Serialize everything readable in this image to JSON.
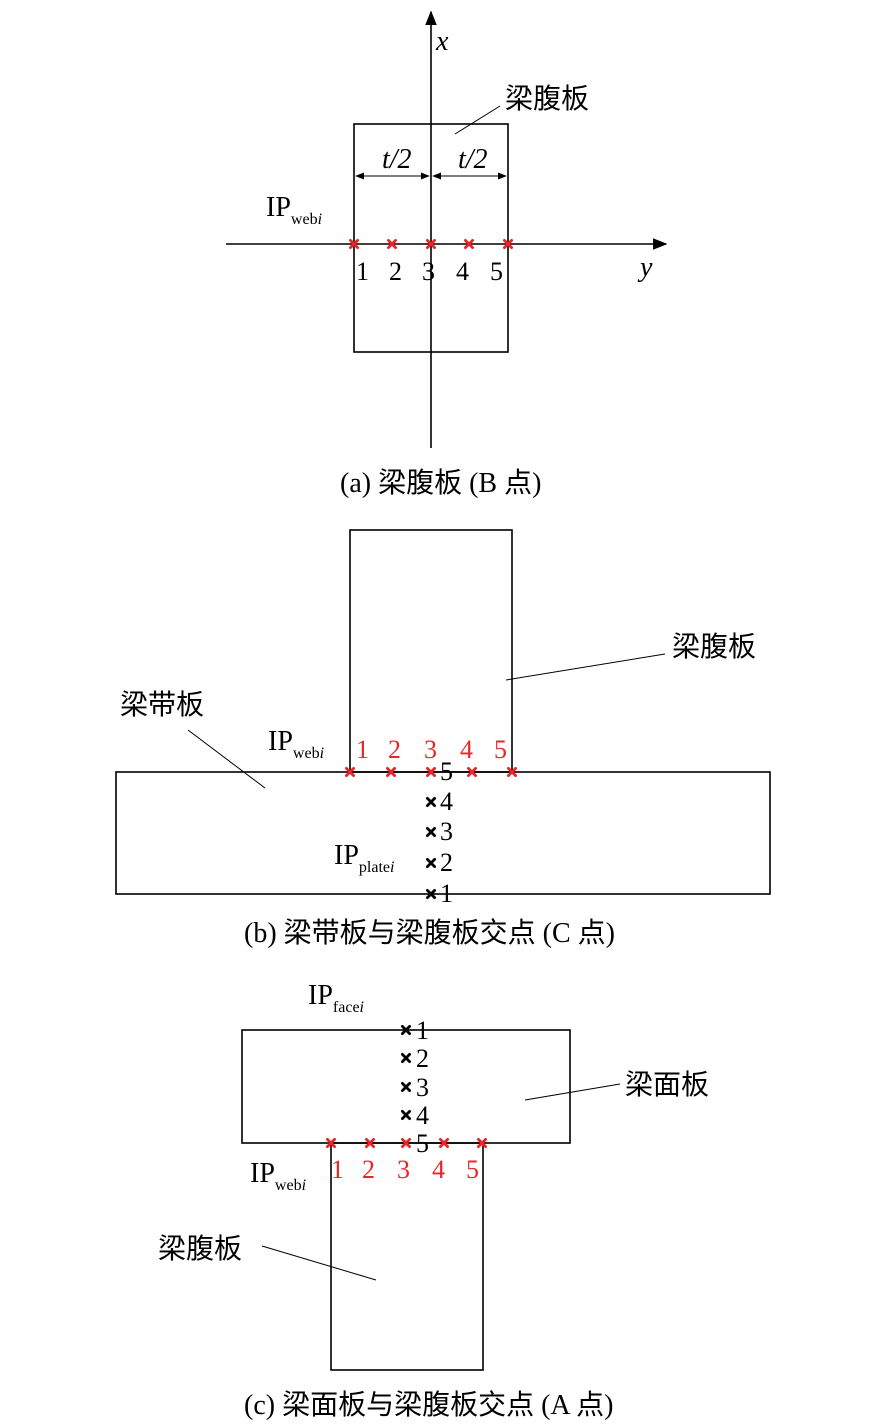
{
  "colors": {
    "ink": "#000000",
    "highlight": "#e8262a"
  },
  "panel_a": {
    "axis_x": "x",
    "axis_y": "y",
    "plate_label": "梁腹板",
    "half_thickness_left": "t/2",
    "half_thickness_right": "t/2",
    "ip_main": "IP",
    "ip_sub": "web",
    "ip_italic": "i",
    "points": [
      "1",
      "2",
      "3",
      "4",
      "5"
    ],
    "caption": "(a) 梁腹板 (B 点)"
  },
  "panel_b": {
    "web_label": "梁腹板",
    "flange_label": "梁带板",
    "web_ip_main": "IP",
    "web_ip_sub": "web",
    "web_ip_italic": "i",
    "web_points": [
      "1",
      "2",
      "3",
      "4",
      "5"
    ],
    "plate_ip_main": "IP",
    "plate_ip_sub": "plate",
    "plate_ip_italic": "i",
    "plate_points": [
      "5",
      "4",
      "3",
      "2",
      "1"
    ],
    "caption": "(b) 梁带板与梁腹板交点 (C 点)"
  },
  "panel_c": {
    "face_ip_main": "IP",
    "face_ip_sub": "face",
    "face_ip_italic": "i",
    "face_points": [
      "1",
      "2",
      "3",
      "4",
      "5"
    ],
    "face_label": "梁面板",
    "web_ip_main": "IP",
    "web_ip_sub": "web",
    "web_ip_italic": "i",
    "web_points": [
      "1",
      "2",
      "3",
      "4",
      "5"
    ],
    "web_label": "梁腹板",
    "caption": "(c) 梁面板与梁腹板交点 (A 点)"
  }
}
